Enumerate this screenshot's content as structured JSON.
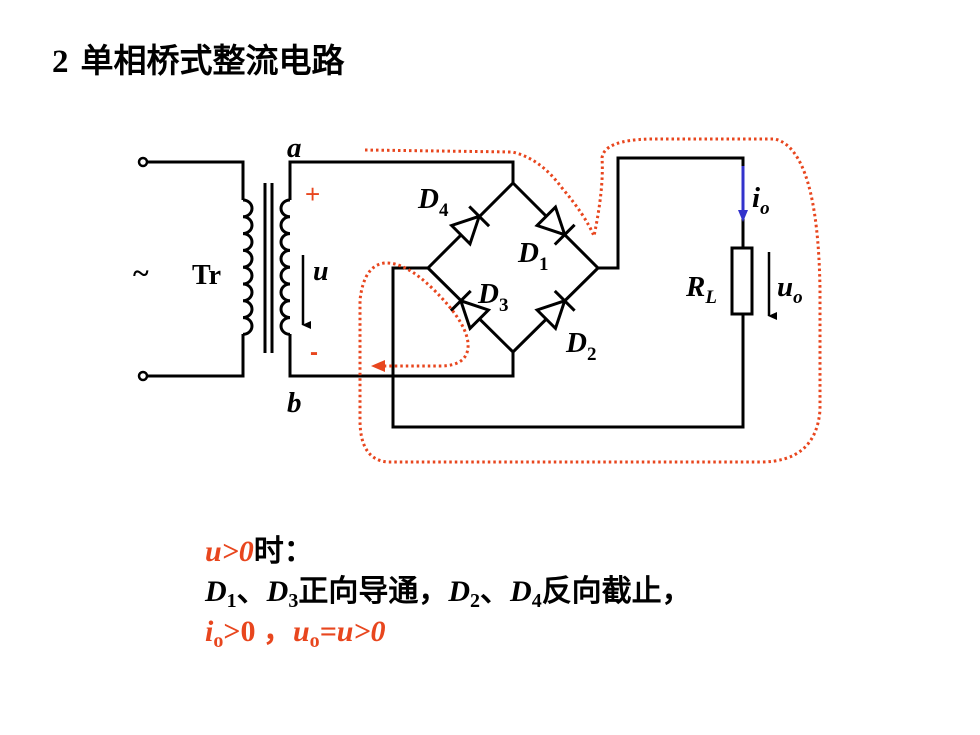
{
  "title": {
    "number": "2",
    "text": "单相桥式整流电路"
  },
  "labels": {
    "a": "a",
    "b": "b",
    "tilde": "~",
    "tr": "Tr",
    "u": "u",
    "plus": "+",
    "minus": "-",
    "d4": "D",
    "d4_sub": "4",
    "d1": "D",
    "d1_sub": "1",
    "d3": "D",
    "d3_sub": "3",
    "d2": "D",
    "d2_sub": "2",
    "io": "i",
    "io_sub": "o",
    "rl": "R",
    "rl_sub": "L",
    "uo": "u",
    "uo_sub": "o"
  },
  "notes": {
    "line1": {
      "cond": "u>0",
      "rest": "时："
    },
    "line2": {
      "d": "D",
      "s1": "1",
      "sep": "、",
      "s3": "3",
      "mid": "正向导通，",
      "s2": "2",
      "s4": "4",
      "tail": "反向截止，"
    },
    "line3": {
      "i": "i",
      "isub": "o",
      "gt": ">0 ，",
      "u": "u",
      "usub": "o",
      "eq": "=u>0"
    }
  },
  "colors": {
    "wire": "#000000",
    "current_path": "#e8461e",
    "io_arrow": "#3333cc",
    "accent_text": "#e8461e"
  }
}
